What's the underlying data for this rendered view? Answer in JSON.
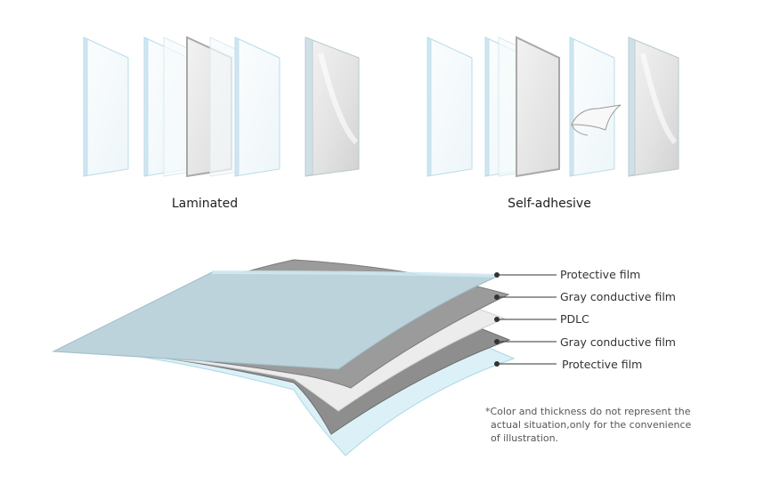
{
  "diagram": {
    "groups": [
      {
        "id": "laminated",
        "label": "Laminated"
      },
      {
        "id": "self-adhesive",
        "label": "Self-adhesive"
      }
    ],
    "layers": [
      {
        "label": "Protective film"
      },
      {
        "label": "Gray conductive film"
      },
      {
        "label": "PDLC"
      },
      {
        "label": "Gray conductive film"
      },
      {
        "label": "Protective film"
      }
    ],
    "note": {
      "lines": [
        "*Color and thickness do not represent the",
        "actual situation,only for the convenience",
        "of illustration."
      ]
    },
    "colors": {
      "glass_edge": "#cfe6f0",
      "glass_face": "#f4fafc",
      "film_gray": "#a5a5a5",
      "pdlc": "#e9e9e9",
      "protective": "#d9f0f6",
      "top_layer": "#bdd3dc"
    }
  }
}
